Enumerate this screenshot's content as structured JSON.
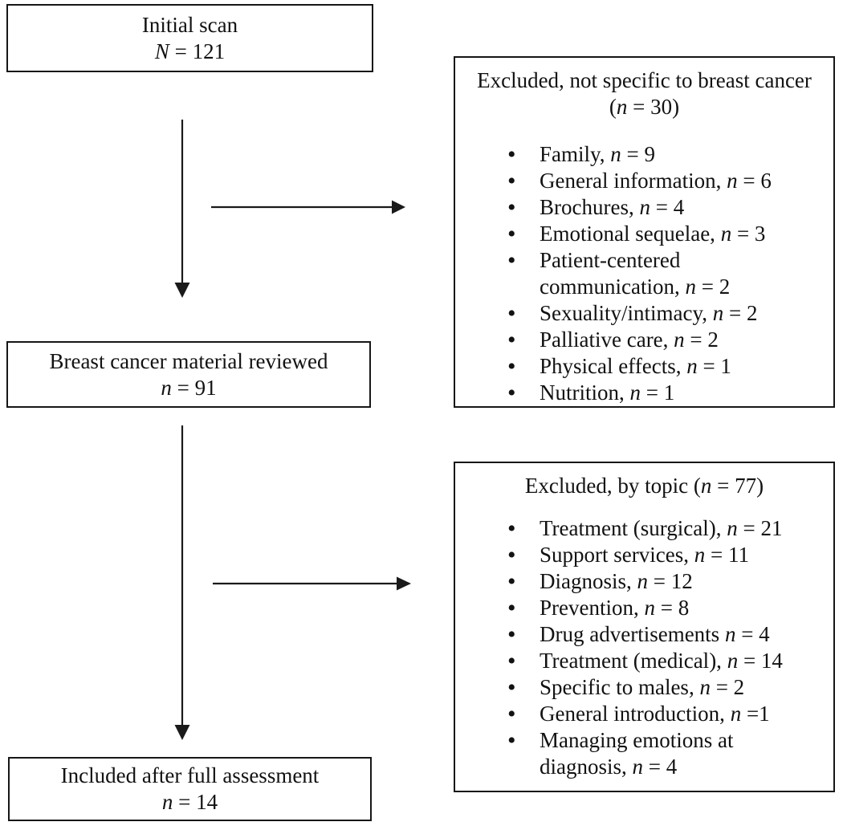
{
  "glyphs": {
    "bullet": "•"
  },
  "flow": {
    "left_boxes": [
      {
        "title": "Initial scan",
        "var": "N",
        "rest": " = 121"
      },
      {
        "title": "Breast cancer material reviewed",
        "var": "n",
        "rest": " = 91"
      },
      {
        "title": "Included after full assessment",
        "var": "n",
        "rest": " = 14"
      }
    ],
    "exclusion_boxes": [
      {
        "title_line1": "Excluded, not specific to breast cancer",
        "title_line2_pre": "(",
        "title_line2_var": "n",
        "title_line2_post": " = 30)",
        "items": [
          {
            "before": "Family, ",
            "var": "n",
            "after": " = 9"
          },
          {
            "before": "General information, ",
            "var": "n",
            "after": " = 6"
          },
          {
            "before": "Brochures, ",
            "var": "n",
            "after": " = 4"
          },
          {
            "before": "Emotional sequelae, ",
            "var": "n",
            "after": " = 3"
          },
          {
            "before": "Patient-centered communication, ",
            "var": "n",
            "after": " = 2"
          },
          {
            "before": "Sexuality/intimacy, ",
            "var": "n",
            "after": " = 2"
          },
          {
            "before": "Palliative care, ",
            "var": "n",
            "after": " = 2"
          },
          {
            "before": "Physical effects, ",
            "var": "n",
            "after": " = 1"
          },
          {
            "before": "Nutrition, ",
            "var": "n",
            "after": " = 1"
          }
        ]
      },
      {
        "title_pre": "Excluded, by topic (",
        "title_var": "n",
        "title_post": " = 77)",
        "items": [
          {
            "before": "Treatment (surgical), ",
            "var": "n",
            "after": " = 21"
          },
          {
            "before": "Support services, ",
            "var": "n",
            "after": " = 11"
          },
          {
            "before": "Diagnosis, ",
            "var": "n",
            "after": " = 12"
          },
          {
            "before": "Prevention, ",
            "var": "n",
            "after": " = 8"
          },
          {
            "before": "Drug advertisements ",
            "var": "n",
            "after": " = 4"
          },
          {
            "before": "Treatment (medical), ",
            "var": "n",
            "after": " = 14"
          },
          {
            "before": "Specific to males, ",
            "var": "n",
            "after": " = 2"
          },
          {
            "before": "General introduction, ",
            "var": "n",
            "after": " =1"
          },
          {
            "before": "Managing emotions at diagnosis, ",
            "var": "n",
            "after": " = 4"
          }
        ]
      }
    ]
  }
}
